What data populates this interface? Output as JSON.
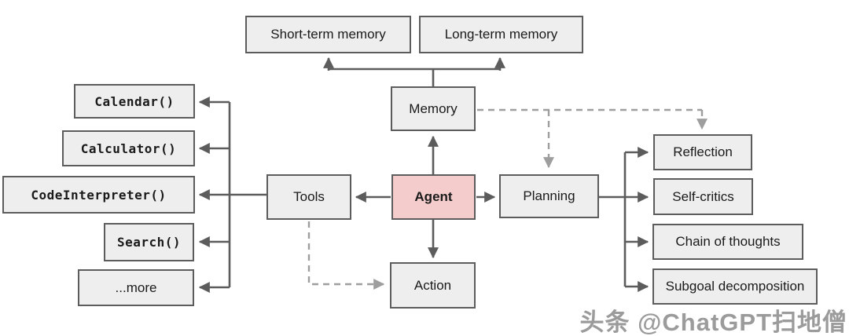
{
  "nodes": {
    "agent": "Agent",
    "memory": "Memory",
    "tools": "Tools",
    "action": "Action",
    "planning": "Planning",
    "memory_children": [
      "Short-term memory",
      "Long-term memory"
    ],
    "tools_children": [
      "Calendar()",
      "Calculator()",
      "CodeInterpreter()",
      "Search()",
      "...more"
    ],
    "planning_children": [
      "Reflection",
      "Self-critics",
      "Chain of thoughts",
      "Subgoal decomposition"
    ]
  },
  "edges": [
    {
      "from": "Agent",
      "to": "Memory",
      "style": "solid"
    },
    {
      "from": "Agent",
      "to": "Tools",
      "style": "solid"
    },
    {
      "from": "Agent",
      "to": "Planning",
      "style": "solid"
    },
    {
      "from": "Agent",
      "to": "Action",
      "style": "solid"
    },
    {
      "from": "Memory",
      "to": "Short-term memory",
      "style": "solid"
    },
    {
      "from": "Memory",
      "to": "Long-term memory",
      "style": "solid"
    },
    {
      "from": "Tools",
      "to": "Calendar()",
      "style": "solid"
    },
    {
      "from": "Tools",
      "to": "Calculator()",
      "style": "solid"
    },
    {
      "from": "Tools",
      "to": "CodeInterpreter()",
      "style": "solid"
    },
    {
      "from": "Tools",
      "to": "Search()",
      "style": "solid"
    },
    {
      "from": "Tools",
      "to": "...more",
      "style": "solid"
    },
    {
      "from": "Planning",
      "to": "Reflection",
      "style": "solid"
    },
    {
      "from": "Planning",
      "to": "Self-critics",
      "style": "solid"
    },
    {
      "from": "Planning",
      "to": "Chain of thoughts",
      "style": "solid"
    },
    {
      "from": "Planning",
      "to": "Subgoal decomposition",
      "style": "solid"
    },
    {
      "from": "Memory",
      "to": "Planning",
      "style": "dashed"
    },
    {
      "from": "Memory",
      "to": "Reflection",
      "style": "dashed"
    },
    {
      "from": "Tools",
      "to": "Action",
      "style": "dashed"
    }
  ],
  "watermark": "头条 @ChatGPT扫地僧",
  "colors": {
    "agent_fill": "#f4cccc",
    "node_fill": "#eeeeee",
    "border": "#5c5c5c",
    "line": "#5c5c5c",
    "dashed_line": "#9e9e9e",
    "watermark": "#9b9b9b",
    "background": "#ffffff",
    "text": "#1a1a1a"
  }
}
